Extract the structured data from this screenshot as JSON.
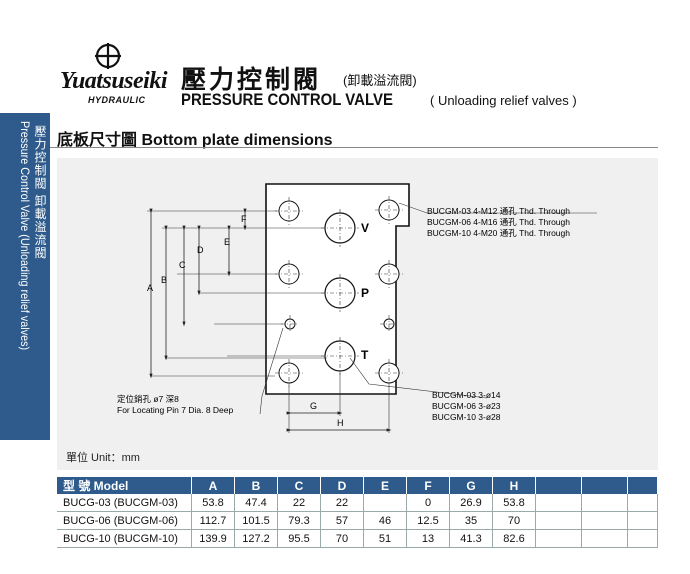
{
  "brand": {
    "name": "Yuatsuseiki",
    "sub": "HYDRAULIC"
  },
  "title": {
    "cn": "壓力控制閥",
    "cn_sub": "(卸載溢流閥)",
    "en": "PRESSURE CONTROL VALVE",
    "en_sub": "( Unloading relief valves )"
  },
  "side_tab": {
    "cn": "壓力控制閥 卸載溢流閥",
    "en": "Pressure Control Valve (Unloading relief valves)"
  },
  "section": {
    "title": "底板尺寸圖  Bottom plate dimensions"
  },
  "diagram": {
    "port_v": "V",
    "port_p": "P",
    "port_t": "T",
    "dim_a": "A",
    "dim_b": "B",
    "dim_c": "C",
    "dim_d": "D",
    "dim_e": "E",
    "dim_f": "F",
    "dim_g": "G",
    "dim_h": "H",
    "thread_notes": [
      "BUCGM-03   4-M12 通孔 Thd. Through",
      "BUCGM-06   4-M16 通孔 Thd. Through",
      "BUCGM-10   4-M20 通孔 Thd. Through"
    ],
    "port_notes": [
      "BUCGM-03   3-ø14",
      "BUCGM-06   3-ø23",
      "BUCGM-10   3-ø28"
    ],
    "pin_note_1": "定位銷孔 ø7 深8",
    "pin_note_2": "For Locating Pin 7 Dia. 8 Deep"
  },
  "unit_label": "單位 Unit：mm",
  "table": {
    "headers": [
      "型  號 Model",
      "A",
      "B",
      "C",
      "D",
      "E",
      "F",
      "G",
      "H",
      "",
      "",
      ""
    ],
    "rows": [
      [
        "BUCG-03 (BUCGM-03)",
        "53.8",
        "47.4",
        "22",
        "22",
        "",
        "0",
        "26.9",
        "53.8",
        "",
        "",
        ""
      ],
      [
        "BUCG-06 (BUCGM-06)",
        "112.7",
        "101.5",
        "79.3",
        "57",
        "46",
        "12.5",
        "35",
        "70",
        "",
        "",
        ""
      ],
      [
        "BUCG-10 (BUCGM-10)",
        "139.9",
        "127.2",
        "95.5",
        "70",
        "51",
        "13",
        "41.3",
        "82.6",
        "",
        "",
        ""
      ]
    ]
  }
}
